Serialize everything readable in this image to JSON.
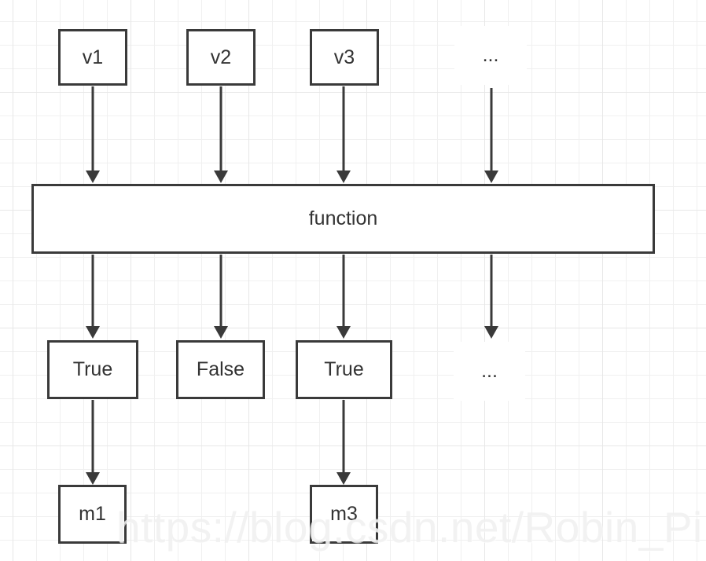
{
  "diagram": {
    "nodes": {
      "v1": {
        "label": "v1"
      },
      "v2": {
        "label": "v2"
      },
      "v3": {
        "label": "v3"
      },
      "dots_top": {
        "label": "..."
      },
      "function": {
        "label": "function"
      },
      "true1": {
        "label": "True"
      },
      "false1": {
        "label": "False"
      },
      "true2": {
        "label": "True"
      },
      "dots_bottom": {
        "label": "..."
      },
      "m1": {
        "label": "m1"
      },
      "m3": {
        "label": "m3"
      }
    },
    "edges": [
      {
        "from": "v1",
        "to": "function"
      },
      {
        "from": "v2",
        "to": "function"
      },
      {
        "from": "v3",
        "to": "function"
      },
      {
        "from": "dots_top",
        "to": "function"
      },
      {
        "from": "function",
        "to": "true1"
      },
      {
        "from": "function",
        "to": "false1"
      },
      {
        "from": "function",
        "to": "true2"
      },
      {
        "from": "function",
        "to": "dots_bottom"
      },
      {
        "from": "true1",
        "to": "m1"
      },
      {
        "from": "true2",
        "to": "m3"
      }
    ],
    "colors": {
      "node_border": "#3a3a3a",
      "node_text": "#333333",
      "arrow": "#3a3a3a",
      "grid_minor": "#f0f0f0",
      "grid_major": "#e7e7e7",
      "background": "#ffffff"
    }
  },
  "watermark": {
    "text": "https://blog.csdn.net/Robin_Pi"
  }
}
